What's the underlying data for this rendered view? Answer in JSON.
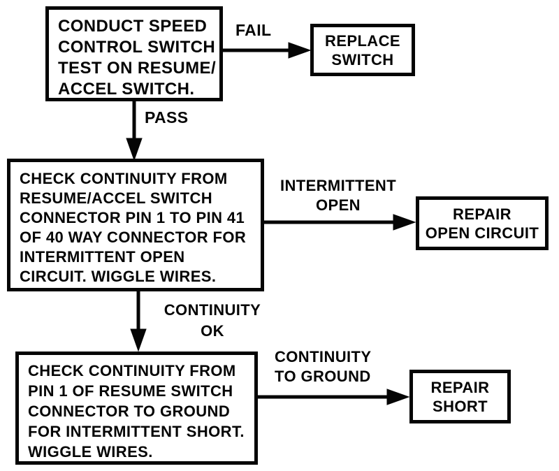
{
  "diagram": {
    "type": "flowchart",
    "colors": {
      "ink": "#050505",
      "paper": "#ffffff"
    },
    "nodes": [
      {
        "id": "conduct-speed-control-test",
        "lines": [
          "CONDUCT SPEED",
          "CONTROL SWITCH",
          "TEST ON RESUME/",
          "ACCEL SWITCH."
        ]
      },
      {
        "id": "replace-switch",
        "lines": [
          "REPLACE",
          "SWITCH"
        ]
      },
      {
        "id": "check-continuity-open",
        "lines": [
          "CHECK CONTINUITY FROM",
          "RESUME/ACCEL SWITCH",
          "CONNECTOR PIN 1 TO PIN 41",
          "OF 40 WAY CONNECTOR FOR",
          "INTERMITTENT OPEN",
          "CIRCUIT. WIGGLE WIRES."
        ]
      },
      {
        "id": "repair-open-circuit",
        "lines": [
          "REPAIR",
          "OPEN CIRCUIT"
        ]
      },
      {
        "id": "check-continuity-short",
        "lines": [
          "CHECK CONTINUITY FROM",
          "PIN 1 OF RESUME SWITCH",
          "CONNECTOR TO GROUND",
          "FOR INTERMITTENT SHORT.",
          "WIGGLE WIRES."
        ]
      },
      {
        "id": "repair-short",
        "lines": [
          "REPAIR",
          "SHORT"
        ]
      }
    ],
    "edge_labels": [
      {
        "id": "fail",
        "lines": [
          "FAIL"
        ]
      },
      {
        "id": "pass",
        "lines": [
          "PASS"
        ]
      },
      {
        "id": "intermittent-open",
        "lines": [
          "INTERMITTENT",
          "OPEN"
        ]
      },
      {
        "id": "continuity-ok",
        "lines": [
          "CONTINUITY",
          "OK"
        ]
      },
      {
        "id": "continuity-to-ground",
        "lines": [
          "CONTINUITY",
          "TO GROUND"
        ]
      }
    ],
    "edges": [
      {
        "from": "conduct-speed-control-test",
        "to": "replace-switch",
        "label": "FAIL"
      },
      {
        "from": "conduct-speed-control-test",
        "to": "check-continuity-open",
        "label": "PASS"
      },
      {
        "from": "check-continuity-open",
        "to": "repair-open-circuit",
        "label": "INTERMITTENT OPEN"
      },
      {
        "from": "check-continuity-open",
        "to": "check-continuity-short",
        "label": "CONTINUITY OK"
      },
      {
        "from": "check-continuity-short",
        "to": "repair-short",
        "label": "CONTINUITY TO GROUND"
      }
    ]
  }
}
